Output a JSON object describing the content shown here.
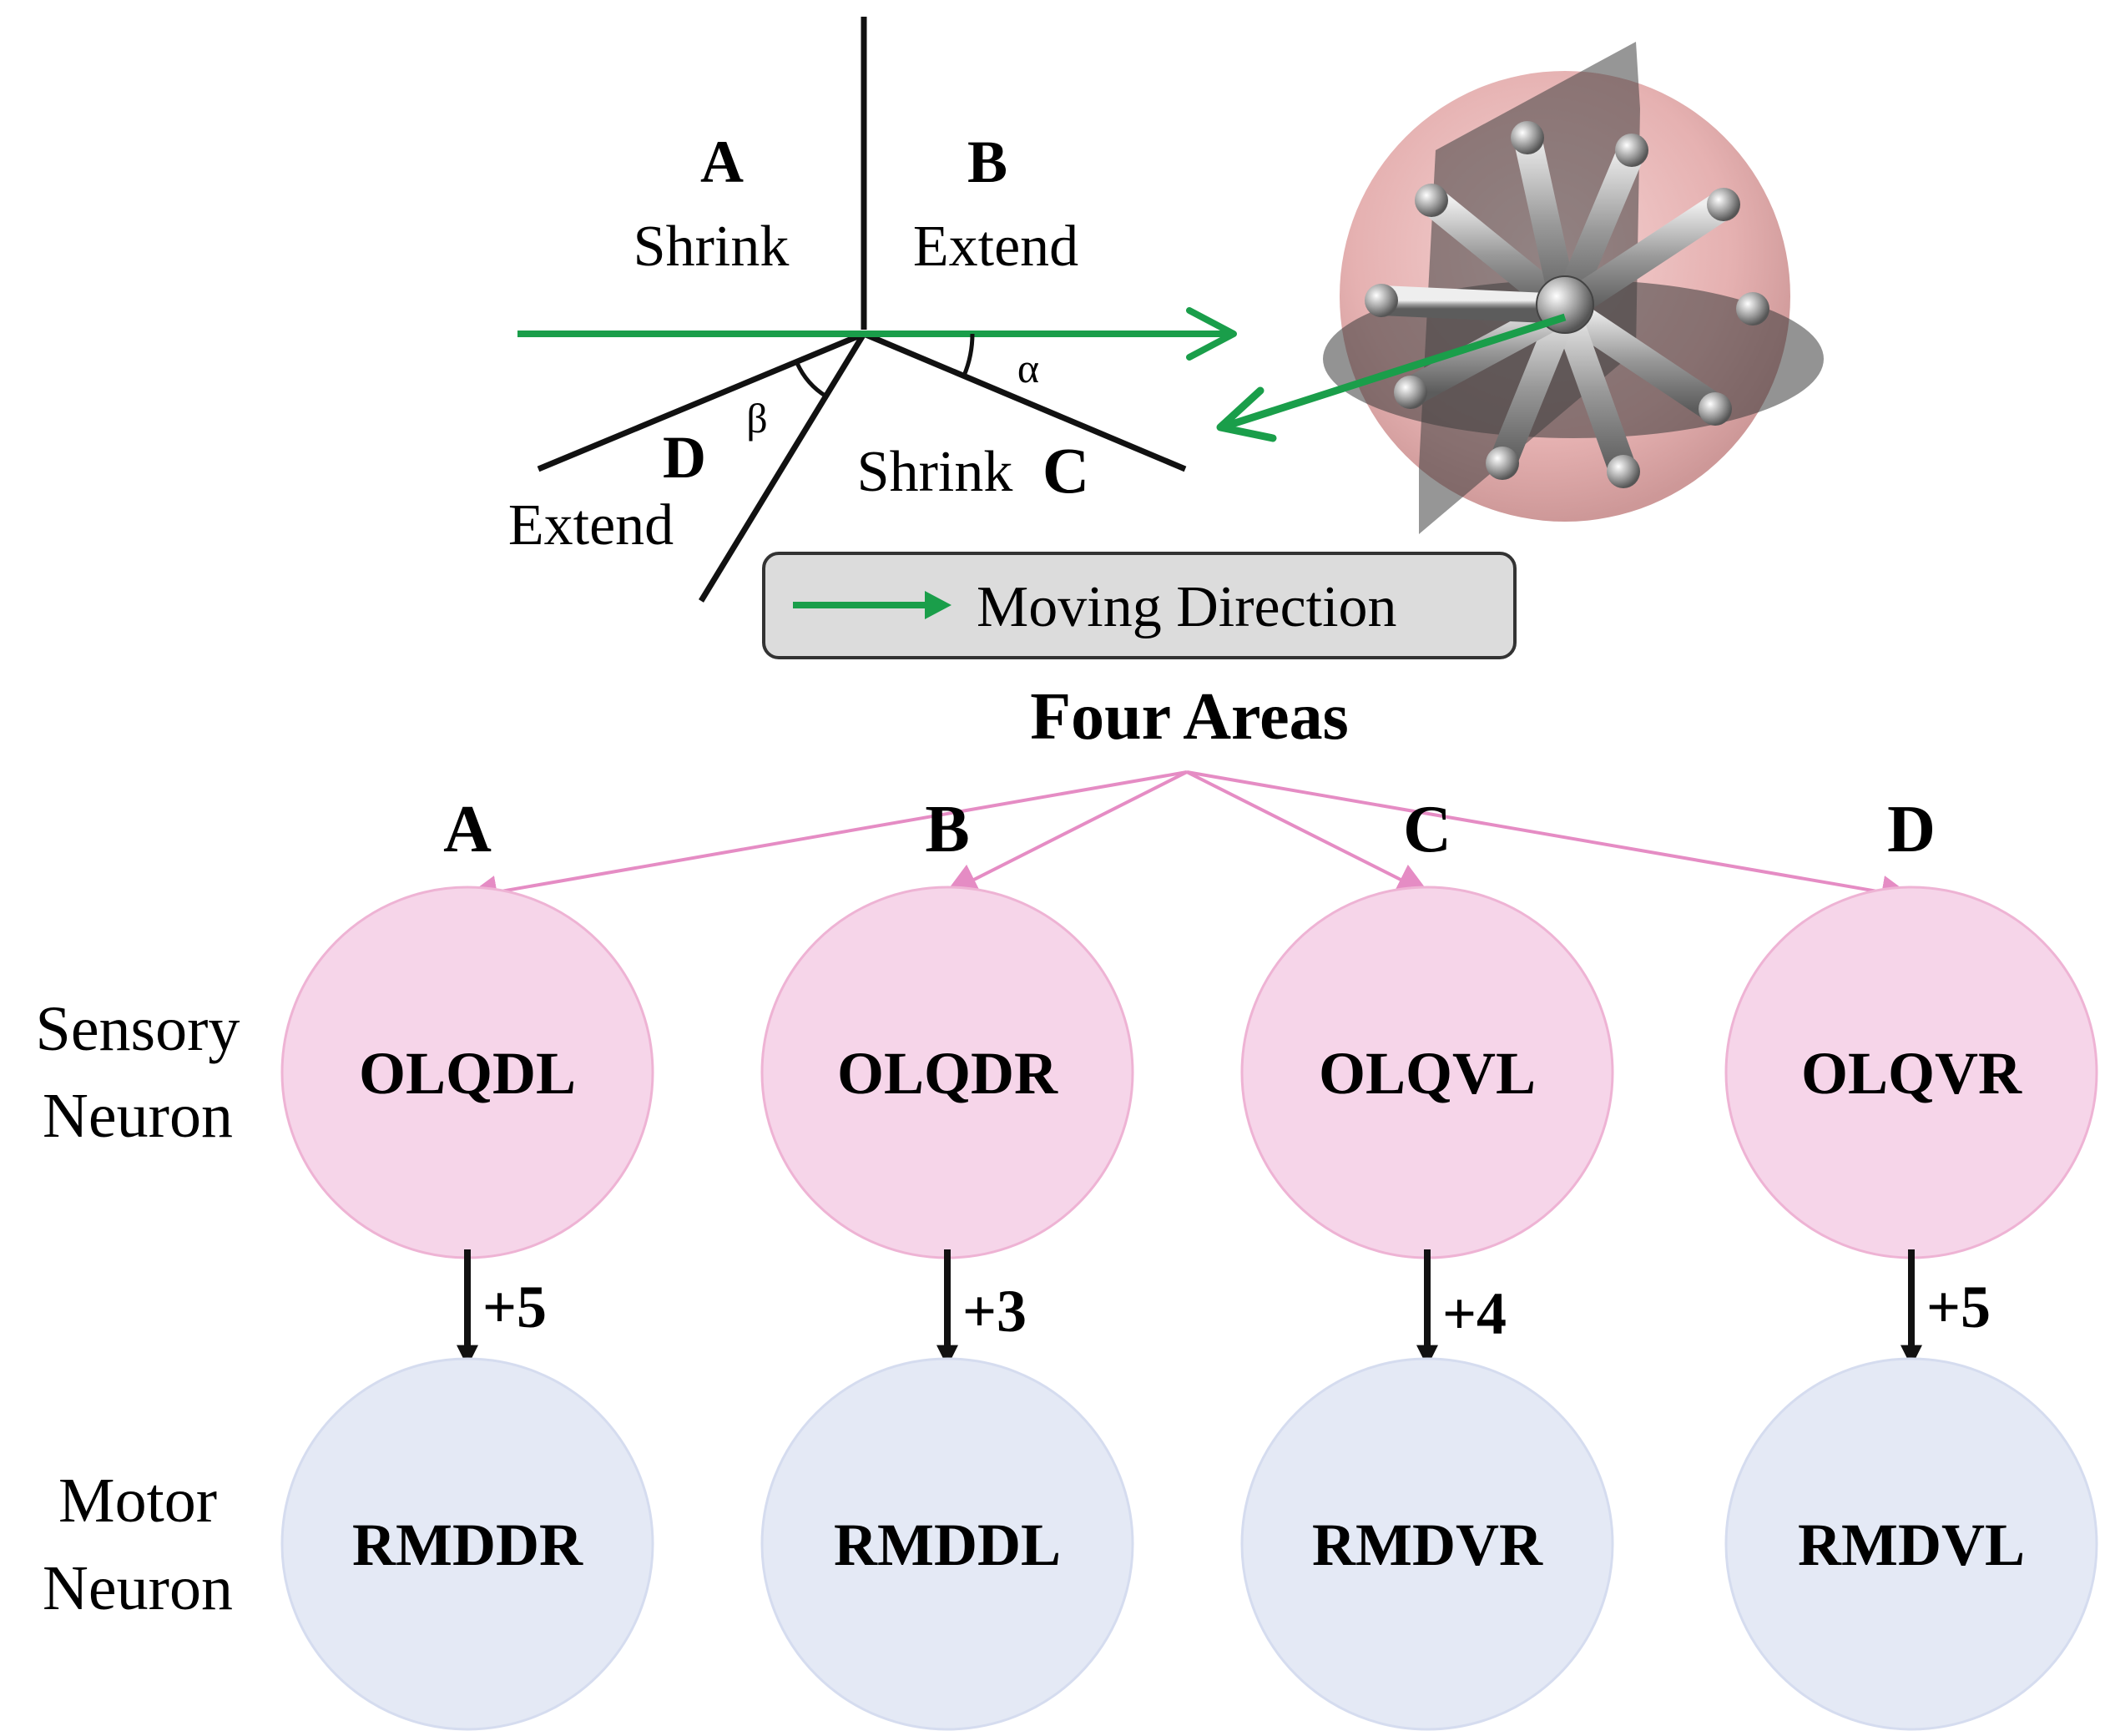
{
  "areas": {
    "A": {
      "letter": "A",
      "action": "Shrink"
    },
    "B": {
      "letter": "B",
      "action": "Extend"
    },
    "C": {
      "letter": "C",
      "action": "Shrink"
    },
    "D": {
      "letter": "D",
      "action": "Extend"
    }
  },
  "angles": {
    "alpha": "α",
    "beta": "β"
  },
  "legend": {
    "label": "Moving Direction"
  },
  "flow": {
    "title": "Four Areas",
    "row_labels": {
      "sensory_line1": "Sensory",
      "sensory_line2": "Neuron",
      "motor_line1": "Motor",
      "motor_line2": "Neuron"
    },
    "columns": [
      {
        "area": "A",
        "sensory": "OLQDL",
        "weight": "+5",
        "motor": "RMDDR"
      },
      {
        "area": "B",
        "sensory": "OLQDR",
        "weight": "+3",
        "motor": "RMDDL"
      },
      {
        "area": "C",
        "sensory": "OLQVL",
        "weight": "+4",
        "motor": "RMDVR"
      },
      {
        "area": "D",
        "sensory": "OLQVR",
        "weight": "+5",
        "motor": "RMDVL"
      }
    ]
  },
  "colors": {
    "direction_arrow": "#1a9e4a",
    "sensory_fill": "#f6d5e9",
    "sensory_stroke": "#eeb3d4",
    "motor_fill": "#e4e9f5",
    "motor_stroke": "#d5dcef",
    "fan_arrow": "#e58cc4",
    "legend_fill": "#dcdcdc"
  }
}
